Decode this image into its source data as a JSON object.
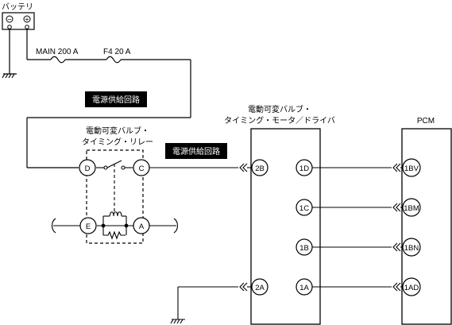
{
  "battery": {
    "label": "バッテリ",
    "minus": "−",
    "plus": "+"
  },
  "fuses": {
    "main": "MAIN 200 A",
    "f4": "F4 20 A"
  },
  "power_circuit_label": "電源供給回路",
  "relay": {
    "title_line1": "電動可変バルブ・",
    "title_line2": "タイミング・リレー",
    "terminals": {
      "D": "D",
      "C": "C",
      "E": "E",
      "A": "A"
    }
  },
  "driver": {
    "title_line1": "電動可変バルブ・",
    "title_line2": "タイミング・モータ／ドライバ",
    "terminals": {
      "t2B": "2B",
      "t2A": "2A",
      "t1D": "1D",
      "t1C": "1C",
      "t1B": "1B",
      "t1A": "1A"
    }
  },
  "pcm": {
    "title": "PCM",
    "terminals": {
      "t1BV": "1BV",
      "t1BM": "1BM",
      "t1BN": "1BN",
      "t1AD": "1AD"
    }
  }
}
